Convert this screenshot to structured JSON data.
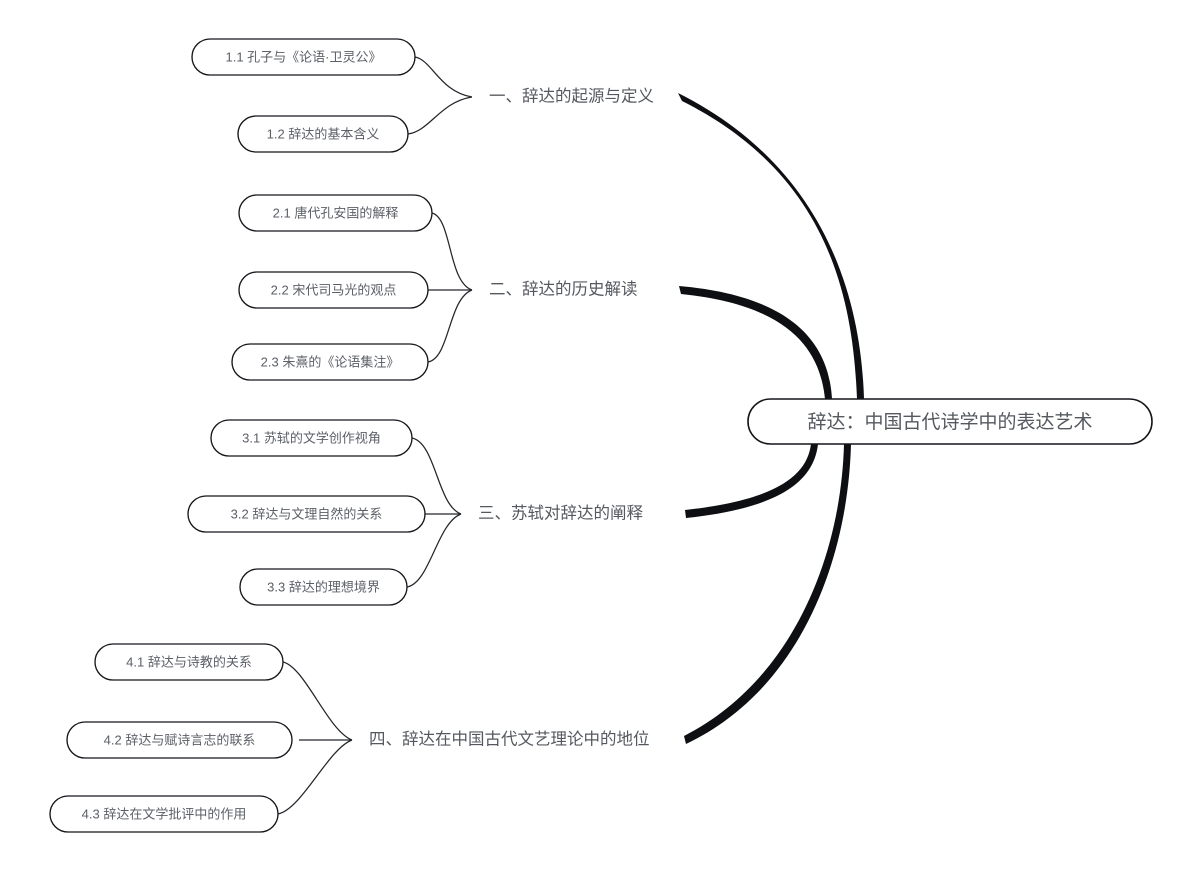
{
  "document": {
    "type": "mindmap",
    "title": "辞达：中国古代诗学中的表达艺术",
    "background_color": "#ffffff",
    "node_stroke_color": "#14161a",
    "text_color": "#55595f",
    "connector_color": "#0d0f12"
  },
  "root": {
    "label": "辞达：中国古代诗学中的表达艺术"
  },
  "branches": [
    {
      "label": "一、辞达的起源与定义",
      "children": [
        {
          "label": "1.1 孔子与《论语·卫灵公》"
        },
        {
          "label": "1.2 辞达的基本含义"
        }
      ]
    },
    {
      "label": "二、辞达的历史解读",
      "children": [
        {
          "label": "2.1 唐代孔安国的解释"
        },
        {
          "label": "2.2 宋代司马光的观点"
        },
        {
          "label": "2.3 朱熹的《论语集注》"
        }
      ]
    },
    {
      "label": "三、苏轼对辞达的阐释",
      "children": [
        {
          "label": "3.1 苏轼的文学创作视角"
        },
        {
          "label": "3.2 辞达与文理自然的关系"
        },
        {
          "label": "3.3 辞达的理想境界"
        }
      ]
    },
    {
      "label": "四、辞达在中国古代文艺理论中的地位",
      "children": [
        {
          "label": "4.1 辞达与诗教的关系"
        },
        {
          "label": "4.2 辞达与赋诗言志的联系"
        },
        {
          "label": "4.3 辞达在文学批评中的作用"
        }
      ]
    }
  ]
}
